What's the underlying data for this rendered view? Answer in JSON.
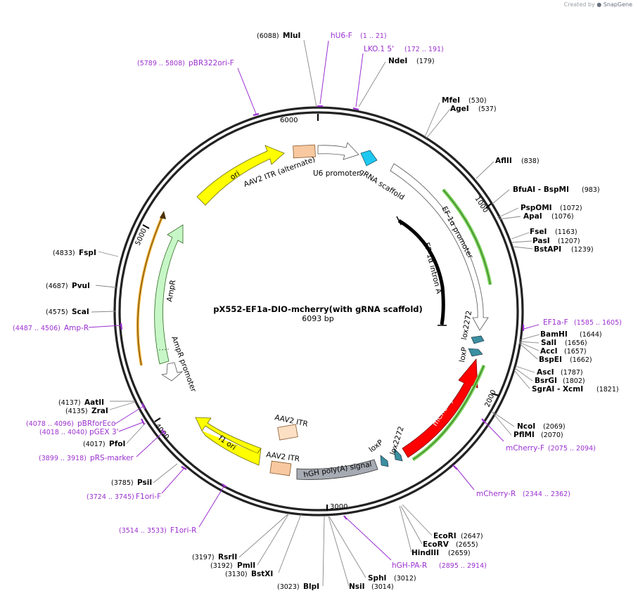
{
  "credit": {
    "prefix": "Created by",
    "brand": "SnapGene"
  },
  "plasmid": {
    "name": "pX552-EF1a-DIO-mcherry(with gRNA scaffold)",
    "size_label": "6093 bp",
    "length": 6093
  },
  "ticks": [
    "1000",
    "2000",
    "3000",
    "4000",
    "5000",
    "6000"
  ],
  "enzymes": [
    {
      "name": "MluI",
      "pos": "(6088)"
    },
    {
      "name": "NdeI",
      "pos": "(179)"
    },
    {
      "name": "MfeI",
      "pos": "(530)"
    },
    {
      "name": "AgeI",
      "pos": "(537)"
    },
    {
      "name": "AflII",
      "pos": "(838)"
    },
    {
      "name": "BfuAI - BspMI",
      "pos": "(983)"
    },
    {
      "name": "PspOMI",
      "pos": "(1072)"
    },
    {
      "name": "ApaI",
      "pos": "(1076)"
    },
    {
      "name": "FseI",
      "pos": "(1163)"
    },
    {
      "name": "PasI",
      "pos": "(1207)"
    },
    {
      "name": "BstAPI",
      "pos": "(1239)"
    },
    {
      "name": "BamHI",
      "pos": "(1644)"
    },
    {
      "name": "SalI",
      "pos": "(1656)"
    },
    {
      "name": "AccI",
      "pos": "(1657)"
    },
    {
      "name": "BspEI",
      "pos": "(1662)"
    },
    {
      "name": "AscI",
      "pos": "(1787)"
    },
    {
      "name": "BsrGI",
      "pos": "(1802)"
    },
    {
      "name": "SgrAI - XcmI",
      "pos": "(1821)"
    },
    {
      "name": "NcoI",
      "pos": "(2069)"
    },
    {
      "name": "PflMI",
      "pos": "(2070)"
    },
    {
      "name": "EcoRI",
      "pos": "(2647)"
    },
    {
      "name": "EcoRV",
      "pos": "(2655)"
    },
    {
      "name": "HindIII",
      "pos": "(2659)"
    },
    {
      "name": "SphI",
      "pos": "(3012)"
    },
    {
      "name": "NsiI",
      "pos": "(3014)"
    },
    {
      "name": "BlpI",
      "pos": "(3023)"
    },
    {
      "name": "BstXI",
      "pos": "(3130)"
    },
    {
      "name": "PmlI",
      "pos": "(3192)"
    },
    {
      "name": "RsrII",
      "pos": "(3197)"
    },
    {
      "name": "PsiI",
      "pos": "(3785)"
    },
    {
      "name": "PfoI",
      "pos": "(4017)"
    },
    {
      "name": "ZraI",
      "pos": "(4135)"
    },
    {
      "name": "AatII",
      "pos": "(4137)"
    },
    {
      "name": "ScaI",
      "pos": "(4575)"
    },
    {
      "name": "PvuI",
      "pos": "(4687)"
    },
    {
      "name": "FspI",
      "pos": "(4833)"
    }
  ],
  "primers": [
    {
      "name": "hU6-F",
      "pos": "(1 .. 21)"
    },
    {
      "name": "LKO.1 5'",
      "pos": "(172 .. 191)"
    },
    {
      "name": "pBR322ori-F",
      "pos": "(5789 .. 5808)"
    },
    {
      "name": "EF1a-F",
      "pos": "(1585 .. 1605)"
    },
    {
      "name": "mCherry-F",
      "pos": "(2075 .. 2094)"
    },
    {
      "name": "mCherry-R",
      "pos": "(2344 .. 2362)"
    },
    {
      "name": "hGH-PA-R",
      "pos": "(2895 .. 2914)"
    },
    {
      "name": "F1ori-R",
      "pos": "(3514 .. 3533)"
    },
    {
      "name": "F1ori-F",
      "pos": "(3724 .. 3745)"
    },
    {
      "name": "pRS-marker",
      "pos": "(3899 .. 3918)"
    },
    {
      "name": "pGEX 3'",
      "pos": "(4018 .. 4040)"
    },
    {
      "name": "pBRforEco",
      "pos": "(4078 .. 4096)"
    },
    {
      "name": "Amp-R",
      "pos": "(4487 .. 4506)"
    }
  ],
  "features": [
    {
      "name": "ori",
      "color": "#ffff00"
    },
    {
      "name": "AAV2 ITR (alternate)",
      "color": "#f8c9a0"
    },
    {
      "name": "U6 promoter",
      "color": "#ffffff"
    },
    {
      "name": "gRNA scaffold",
      "color": "#1ec8f0"
    },
    {
      "name": "EF-1α promoter",
      "color": "#ffffff"
    },
    {
      "name": "EF-1α intron A",
      "color": "#000000"
    },
    {
      "name": "lox2272",
      "color": "#3a8fa0"
    },
    {
      "name": "loxP",
      "color": "#3a8fa0"
    },
    {
      "name": "mCherry",
      "color": "#ff0000"
    },
    {
      "name": "lox2272",
      "color": "#3a8fa0"
    },
    {
      "name": "loxP",
      "color": "#3a8fa0"
    },
    {
      "name": "hGH poly(A) signal",
      "color": "#a6abb3"
    },
    {
      "name": "AAV2 ITR",
      "color": "#f8c9a0"
    },
    {
      "name": "AAV2 ITR",
      "color": "#fde0c4"
    },
    {
      "name": "f1 ori",
      "color": "#ffff00"
    },
    {
      "name": "AmpR promoter",
      "color": "#ffffff"
    },
    {
      "name": "AmpR",
      "color": "#c7f7c7"
    }
  ]
}
